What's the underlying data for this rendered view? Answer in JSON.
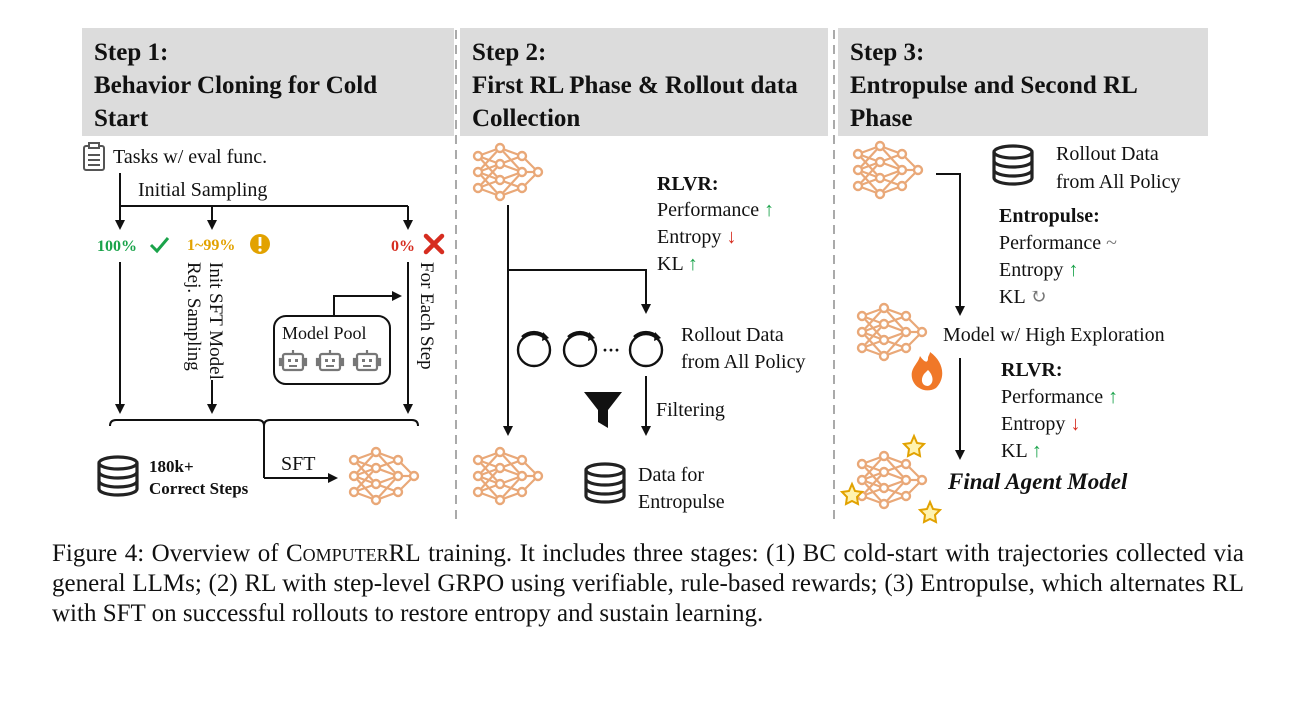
{
  "step1": {
    "title_line1": "Step 1:",
    "title_line2": "Behavior Cloning for Cold",
    "title_line3": "Start",
    "tasks": "Tasks w/ eval func.",
    "initial_sampling": "Initial Sampling",
    "pct_100": "100%",
    "pct_mid": "1~99%",
    "pct_0": "0%",
    "init_sft_line1": "Init SFT Model",
    "init_sft_line2": "Rej. Sampling",
    "for_each_step": "For Each Step",
    "model_pool": "Model Pool",
    "sft": "SFT",
    "correct_line1": "180k+",
    "correct_line2": "Correct Steps"
  },
  "step2": {
    "title_line1": "Step 2:",
    "title_line2": "First RL Phase & Rollout data",
    "title_line3": "Collection",
    "rlvr": "RLVR:",
    "performance": "Performance",
    "entropy": "Entropy",
    "kl": "KL",
    "dots": "···",
    "rollout_line1": "Rollout Data",
    "rollout_line2": "from All Policy",
    "filtering": "Filtering",
    "data_line1": "Data for",
    "data_line2": "Entropulse"
  },
  "step3": {
    "title_line1": "Step 3:",
    "title_line2": "Entropulse and Second RL",
    "title_line3": "Phase",
    "rollout_line1": "Rollout Data",
    "rollout_line2": "from All Policy",
    "entropulse": "Entropulse:",
    "performance": "Performance",
    "entropy": "Entropy",
    "kl": "KL",
    "high_exploration": "Model w/ High Exploration",
    "rlvr": "RLVR:",
    "performance2": "Performance",
    "entropy2": "Entropy",
    "kl2": "KL",
    "final": "Final Agent Model"
  },
  "caption": {
    "prefix": "Figure 4: Overview of ",
    "name": "ComputerRL",
    "suffix": " training. It includes three stages: (1) BC cold-start with trajectories collected via general LLMs; (2) RL with step-level GRPO using verifiable, rule-based rewards; (3) Entropulse, which alternates RL with SFT on successful rollouts to restore entropy and sustain learning."
  },
  "colors": {
    "header_bg": "#dcdcdc",
    "green": "#1aa34a",
    "red": "#d62d20",
    "amber": "#e2a200",
    "network": "#e9a878",
    "network_dark": "#c9783a",
    "gray": "#777777"
  },
  "icons": {
    "tasks": "clipboard-icon",
    "database": "database-icon",
    "network": "neural-network-icon",
    "robot": "robot-icon",
    "funnel": "funnel-icon",
    "flame": "flame-icon",
    "star": "star-icon"
  }
}
